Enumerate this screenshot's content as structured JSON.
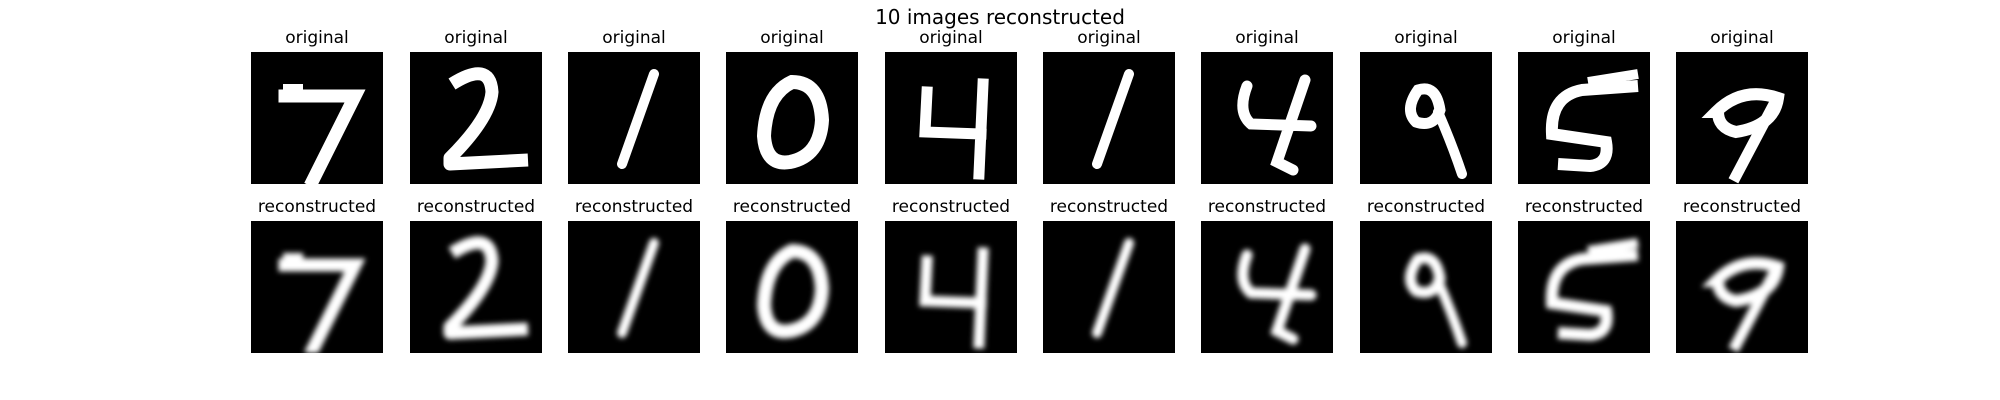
{
  "figure": {
    "title": "10 images reconstructed"
  },
  "rows": {
    "original_title": "original",
    "reconstructed_title": "reconstructed"
  },
  "digits": [
    {
      "digit": "7"
    },
    {
      "digit": "2"
    },
    {
      "digit": "1"
    },
    {
      "digit": "0"
    },
    {
      "digit": "4"
    },
    {
      "digit": "1"
    },
    {
      "digit": "4"
    },
    {
      "digit": "9"
    },
    {
      "digit": "5"
    },
    {
      "digit": "9"
    }
  ],
  "colors": {
    "background": "#ffffff",
    "image_background": "#000000",
    "stroke": "#ffffff"
  }
}
